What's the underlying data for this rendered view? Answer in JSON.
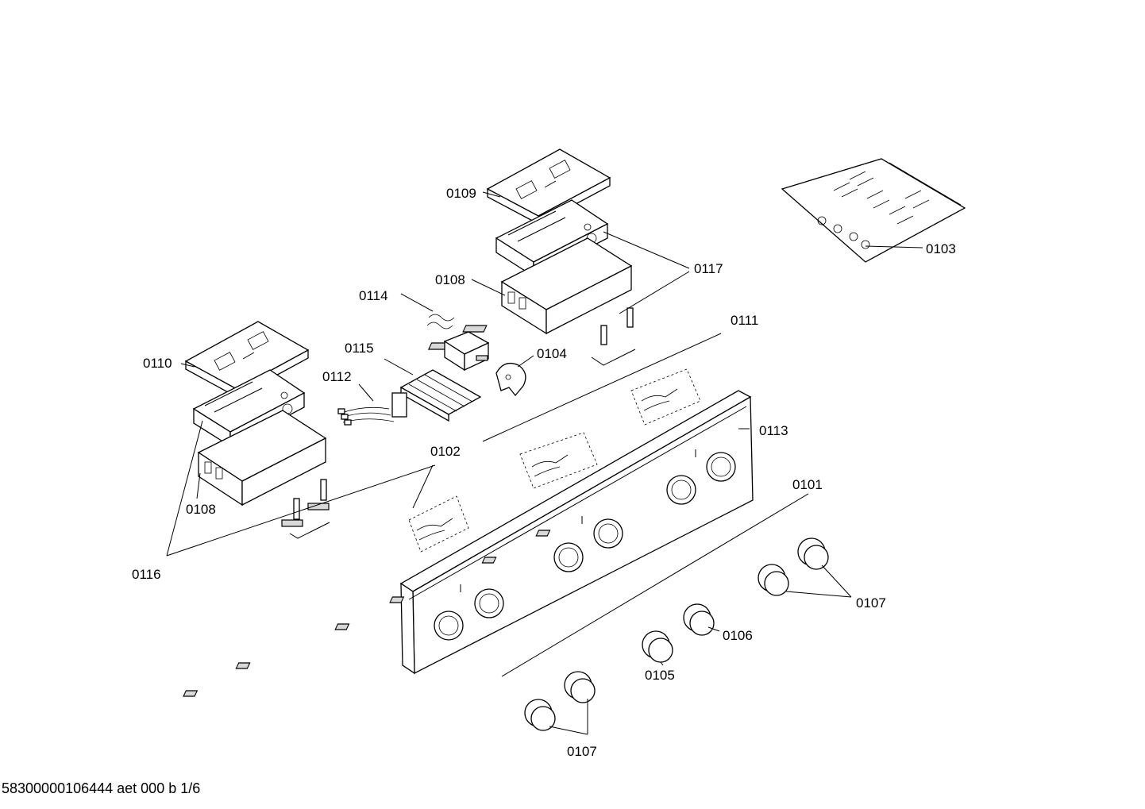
{
  "labels": {
    "p0101": "0101",
    "p0102": "0102",
    "p0103": "0103",
    "p0104": "0104",
    "p0105": "0105",
    "p0106": "0106",
    "p0107a": "0107",
    "p0107b": "0107",
    "p0108a": "0108",
    "p0108b": "0108",
    "p0109": "0109",
    "p0110": "0110",
    "p0111": "0111",
    "p0112": "0112",
    "p0113": "0113",
    "p0114": "0114",
    "p0115": "0115",
    "p0116": "0116",
    "p0117": "0117"
  },
  "footer": "58300000106444 aet 000 b 1/6"
}
